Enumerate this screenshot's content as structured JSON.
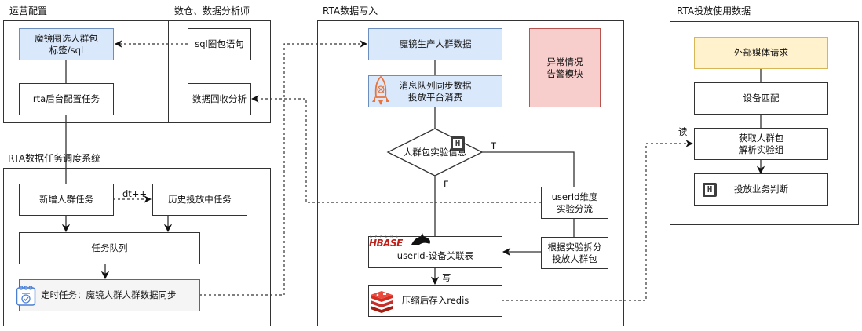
{
  "groups": {
    "ops_config": {
      "title": "运营配置"
    },
    "data_analyst": {
      "title": "数仓、数据分析师"
    },
    "scheduler": {
      "title": "RTA数据任务调度系统"
    },
    "rta_write": {
      "title": "RTA数据写入"
    },
    "rta_use": {
      "title": "RTA投放使用数据"
    }
  },
  "nodes": {
    "mojing_select": "魔镜圈选人群包\n标签/sql",
    "rta_backend_task": "rta后台配置任务",
    "sql_statement": "sql圈包语句",
    "data_recycle": "数据回收分析",
    "new_crowd_task": "新增人群任务",
    "history_task": "历史投放中任务",
    "task_queue": "任务队列",
    "timed_task": "定时任务：魔镜人群人群数据同步",
    "mojing_produce": "魔镜生产人群数据",
    "mq_sync": "消息队列同步数据\n投放平台消费",
    "alert_module": "异常情况\n告警模块",
    "crowd_experiment_decision": "人群包实验信息",
    "userid_split": "userId维度\n实验分流",
    "split_crowd": "根据实验拆分\n投放人群包",
    "userid_device_table": "userId-设备关联表",
    "redis_store": "压缩后存入redis",
    "media_request": "外部媒体请求",
    "device_match": "设备匹配",
    "get_crowd": "获取人群包\n解析实验组",
    "delivery_judge": "投放业务判断"
  },
  "edge_labels": {
    "dt_increment": "dt++",
    "true_branch": "T",
    "false_branch": "F",
    "write": "写",
    "read": "读"
  },
  "icons": {
    "hbase_logo_text": "HBASE",
    "hbase_logo_sub": "APACHE"
  },
  "colors": {
    "blue_fill": "#dae8fc",
    "pink_fill": "#f8cecc",
    "yellow_fill": "#fff2cc",
    "rocket_orange": "#e8743b",
    "redis_red": "#d82c20",
    "calendar_blue": "#4a7fd6"
  }
}
